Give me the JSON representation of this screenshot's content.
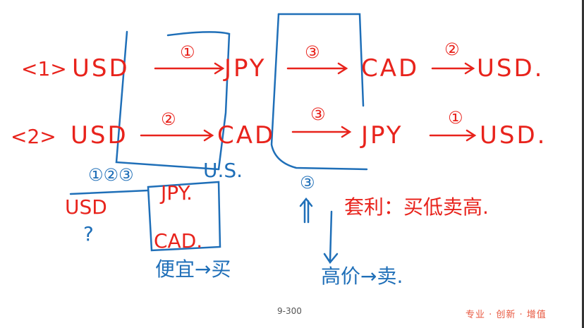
{
  "row1": {
    "label": "<1>",
    "c1": "USD",
    "s1": "①",
    "c2": "JPY",
    "s2": "③",
    "c3": "CAD",
    "s3": "②",
    "c4": "USD."
  },
  "row2": {
    "label": "<2>",
    "c1": "USD",
    "s1": "②",
    "c2": "CAD",
    "s2": "③",
    "c3": "JPY",
    "s3": "①",
    "c4": "USD."
  },
  "notes": {
    "steps": "①②③",
    "us": "U.S.",
    "usd": "USD",
    "jpy": "JPY.",
    "cad": "CAD.",
    "q": "?",
    "step3": "③",
    "arbitrage": "套利：买低卖高.",
    "cheap": "便宜→买",
    "expensive": "高价→卖."
  },
  "page_number": "9-300",
  "footer": "专业 · 创新 · 增值",
  "colors": {
    "red": "#e8231c",
    "blue": "#1f6fb8"
  }
}
